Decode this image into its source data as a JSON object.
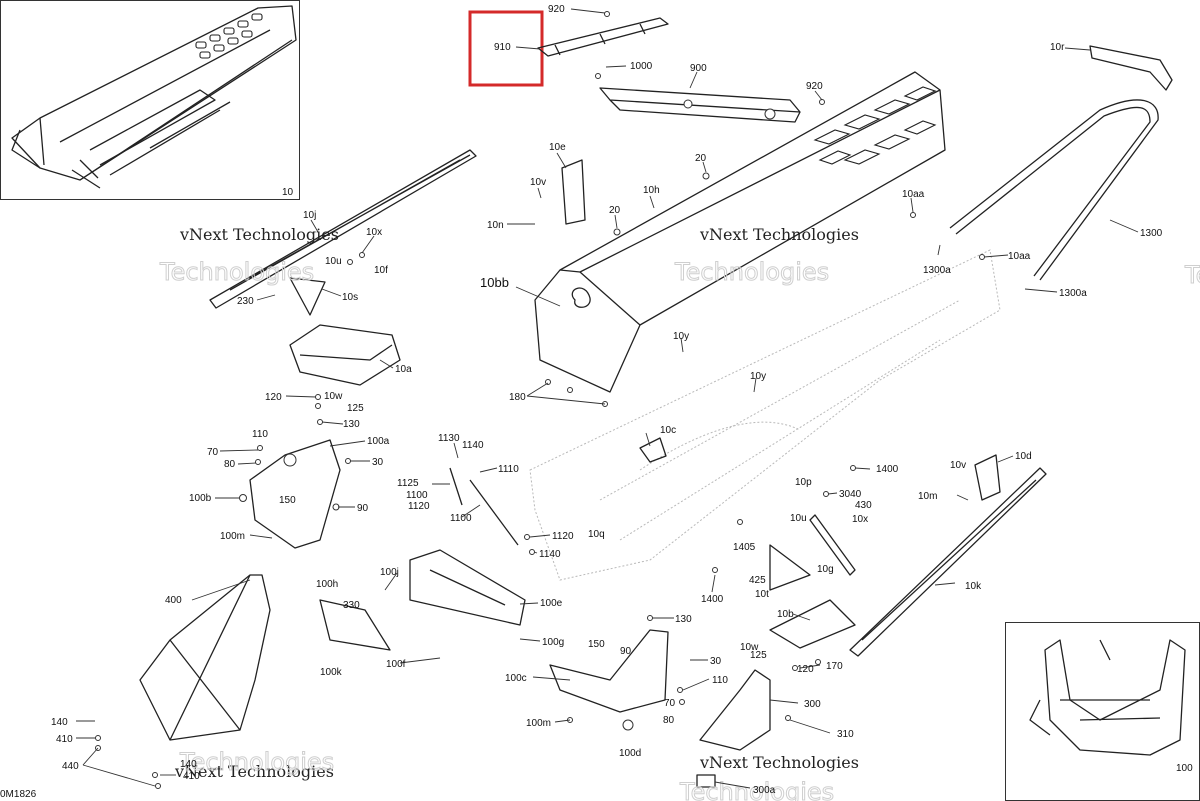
{
  "watermark": {
    "line1": "vNext Technologies",
    "line2": "Technologies"
  },
  "drawing_code": "0M1826",
  "highlight_color": "#d42a2a",
  "labels": [
    {
      "id": "10",
      "text": "10"
    },
    {
      "id": "920a",
      "text": "920"
    },
    {
      "id": "910",
      "text": "910"
    },
    {
      "id": "1000",
      "text": "1000"
    },
    {
      "id": "900",
      "text": "900"
    },
    {
      "id": "920b",
      "text": "920"
    },
    {
      "id": "10r",
      "text": "10r"
    },
    {
      "id": "10e",
      "text": "10e"
    },
    {
      "id": "20a",
      "text": "20"
    },
    {
      "id": "10v",
      "text": "10v"
    },
    {
      "id": "10h",
      "text": "10h"
    },
    {
      "id": "20b",
      "text": "20"
    },
    {
      "id": "10n",
      "text": "10n"
    },
    {
      "id": "10aa",
      "text": "10aa"
    },
    {
      "id": "1300",
      "text": "1300"
    },
    {
      "id": "10j",
      "text": "10j"
    },
    {
      "id": "10x",
      "text": "10x"
    },
    {
      "id": "10u",
      "text": "10u"
    },
    {
      "id": "10f",
      "text": "10f"
    },
    {
      "id": "10bb",
      "text": "10bb"
    },
    {
      "id": "1300a",
      "text": "1300a"
    },
    {
      "id": "10aa2",
      "text": "10aa"
    },
    {
      "id": "1300a2",
      "text": "1300a"
    },
    {
      "id": "230",
      "text": "230"
    },
    {
      "id": "10s",
      "text": "10s"
    },
    {
      "id": "10y",
      "text": "10y"
    },
    {
      "id": "10a",
      "text": "10a"
    },
    {
      "id": "10y2",
      "text": "10y"
    },
    {
      "id": "180",
      "text": "180"
    },
    {
      "id": "120",
      "text": "120"
    },
    {
      "id": "10w",
      "text": "10w"
    },
    {
      "id": "125",
      "text": "125"
    },
    {
      "id": "130",
      "text": "130"
    },
    {
      "id": "110",
      "text": "110"
    },
    {
      "id": "100a",
      "text": "100a"
    },
    {
      "id": "70",
      "text": "70"
    },
    {
      "id": "80",
      "text": "80"
    },
    {
      "id": "30",
      "text": "30"
    },
    {
      "id": "1130",
      "text": "1130"
    },
    {
      "id": "1140",
      "text": "1140"
    },
    {
      "id": "10c",
      "text": "10c"
    },
    {
      "id": "1110",
      "text": "1110"
    },
    {
      "id": "1125",
      "text": "1125"
    },
    {
      "id": "1100a",
      "text": "1100"
    },
    {
      "id": "1120",
      "text": "1120"
    },
    {
      "id": "100b",
      "text": "100b"
    },
    {
      "id": "150",
      "text": "150"
    },
    {
      "id": "90",
      "text": "90"
    },
    {
      "id": "1100b",
      "text": "1100"
    },
    {
      "id": "10q",
      "text": "10q"
    },
    {
      "id": "1400",
      "text": "1400"
    },
    {
      "id": "10d",
      "text": "10d"
    },
    {
      "id": "10v2",
      "text": "10v"
    },
    {
      "id": "10p",
      "text": "10p"
    },
    {
      "id": "3040",
      "text": "3040"
    },
    {
      "id": "430",
      "text": "430"
    },
    {
      "id": "10m",
      "text": "10m"
    },
    {
      "id": "100m",
      "text": "100m"
    },
    {
      "id": "1120b",
      "text": "1120"
    },
    {
      "id": "1140b",
      "text": "1140"
    },
    {
      "id": "10u2",
      "text": "10u"
    },
    {
      "id": "10x2",
      "text": "10x"
    },
    {
      "id": "1405",
      "text": "1405"
    },
    {
      "id": "10g",
      "text": "10g"
    },
    {
      "id": "425",
      "text": "425"
    },
    {
      "id": "10t",
      "text": "10t"
    },
    {
      "id": "10k",
      "text": "10k"
    },
    {
      "id": "400",
      "text": "400"
    },
    {
      "id": "100h",
      "text": "100h"
    },
    {
      "id": "100j",
      "text": "100j"
    },
    {
      "id": "330",
      "text": "330"
    },
    {
      "id": "100e",
      "text": "100e"
    },
    {
      "id": "1400b",
      "text": "1400"
    },
    {
      "id": "10b",
      "text": "10b"
    },
    {
      "id": "130b",
      "text": "130"
    },
    {
      "id": "100g",
      "text": "100g"
    },
    {
      "id": "150b",
      "text": "150"
    },
    {
      "id": "90b",
      "text": "90"
    },
    {
      "id": "10w2",
      "text": "10w"
    },
    {
      "id": "125b",
      "text": "125"
    },
    {
      "id": "30b",
      "text": "30"
    },
    {
      "id": "120b",
      "text": "120"
    },
    {
      "id": "170",
      "text": "170"
    },
    {
      "id": "100k",
      "text": "100k"
    },
    {
      "id": "100f",
      "text": "100f"
    },
    {
      "id": "100c",
      "text": "100c"
    },
    {
      "id": "110b",
      "text": "110"
    },
    {
      "id": "300",
      "text": "300"
    },
    {
      "id": "70b",
      "text": "70"
    },
    {
      "id": "140",
      "text": "140"
    },
    {
      "id": "100m2",
      "text": "100m"
    },
    {
      "id": "80b",
      "text": "80"
    },
    {
      "id": "310",
      "text": "310"
    },
    {
      "id": "410",
      "text": "410"
    },
    {
      "id": "440",
      "text": "440"
    },
    {
      "id": "140b",
      "text": "140"
    },
    {
      "id": "410b",
      "text": "410"
    },
    {
      "id": "100d",
      "text": "100d"
    },
    {
      "id": "100",
      "text": "100"
    },
    {
      "id": "300a",
      "text": "300a"
    }
  ]
}
